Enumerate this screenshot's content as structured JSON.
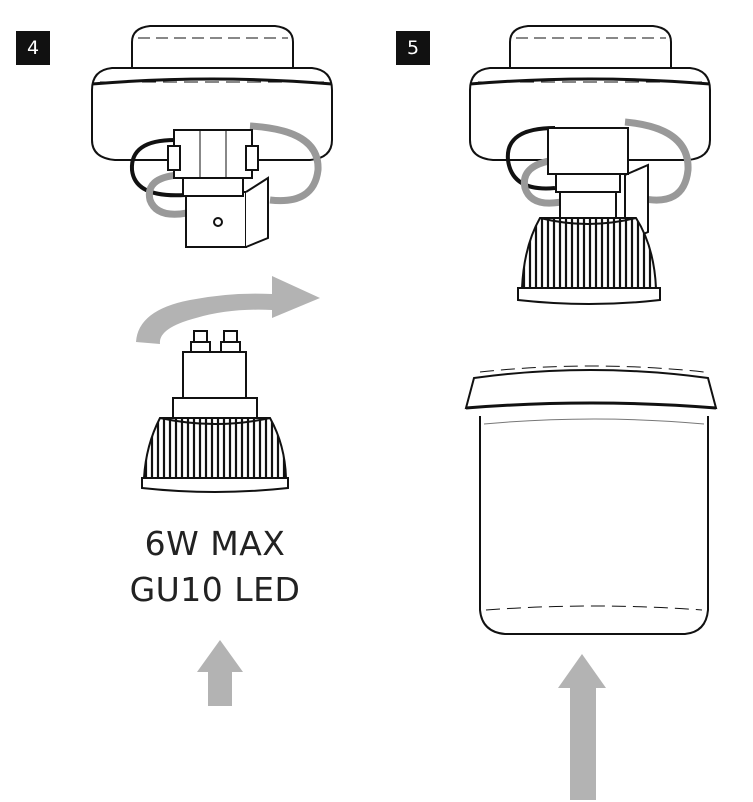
{
  "steps": [
    {
      "number": "4"
    },
    {
      "number": "5"
    }
  ],
  "bulb_spec": {
    "line1": "6W MAX",
    "line2": "GU10 LED"
  },
  "colors": {
    "line": "#111111",
    "arrow": "#b3b3b3",
    "badge": "#111111"
  }
}
